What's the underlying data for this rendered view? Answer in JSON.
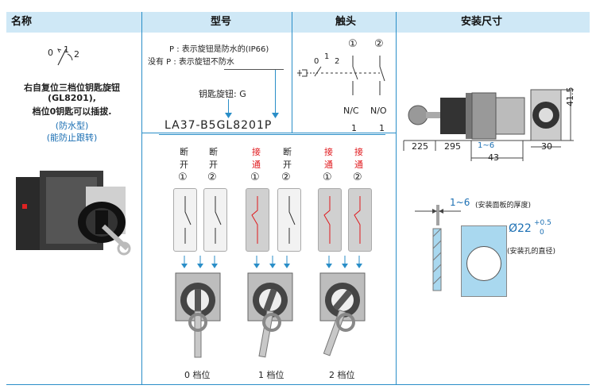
{
  "headers": {
    "name": "名称",
    "model": "型号",
    "contacts": "触头",
    "mount": "安装尺寸"
  },
  "name_col": {
    "dial_labels": [
      "0",
      "1",
      "2"
    ],
    "desc_line1": "右自复位三档位钥匙旋钮",
    "desc_line2": "(GL8201),",
    "desc_line3": "档位0钥匙可以插拔.",
    "waterproof": "(防水型)",
    "anti_follow": "(能防止跟转)"
  },
  "model_col": {
    "p_note": "P : 表示旋钮是防水的(IP66)",
    "no_p_note": "没有 P : 表示旋钮不防水",
    "key_knob": "钥匙旋钮: G",
    "part_number": "LA37-B5GL8201P"
  },
  "contacts_col": {
    "circle1": "①",
    "circle2": "②",
    "dial_labels": [
      "0",
      "1",
      "2"
    ],
    "nc": "N/C",
    "no": "N/O",
    "qty1": "1",
    "qty2": "1"
  },
  "positions": [
    {
      "c1_top": "断",
      "c1_bot": "开",
      "c1_state": "off",
      "c2_top": "断",
      "c2_bot": "开",
      "c2_state": "off",
      "label": "0 档位"
    },
    {
      "c1_top": "接",
      "c1_bot": "通",
      "c1_state": "on",
      "c2_top": "断",
      "c2_bot": "开",
      "c2_state": "off",
      "label": "1 档位"
    },
    {
      "c1_top": "接",
      "c1_bot": "通",
      "c1_state": "on",
      "c2_top": "接",
      "c2_bot": "通",
      "c2_state": "on",
      "label": "2 档位"
    }
  ],
  "circle_labels": [
    "①",
    "②"
  ],
  "mount_col": {
    "dims": {
      "d225": "225",
      "d295": "295",
      "d16": "1~6",
      "d30": "30",
      "d43": "43",
      "d415": "41.5"
    },
    "panel_thickness": "1~6",
    "panel_thickness_note": "(安装面板的厚度)",
    "hole_diameter": "Ø22",
    "tol_plus": "+0.5",
    "tol_zero": "0",
    "hole_note": "(安装孔的直径)"
  },
  "colors": {
    "header_bg": "#cfe8f6",
    "line": "#2a8ec8",
    "red": "#e0191d",
    "blue": "#1b6fb3",
    "panel": "#a9d8ef"
  }
}
